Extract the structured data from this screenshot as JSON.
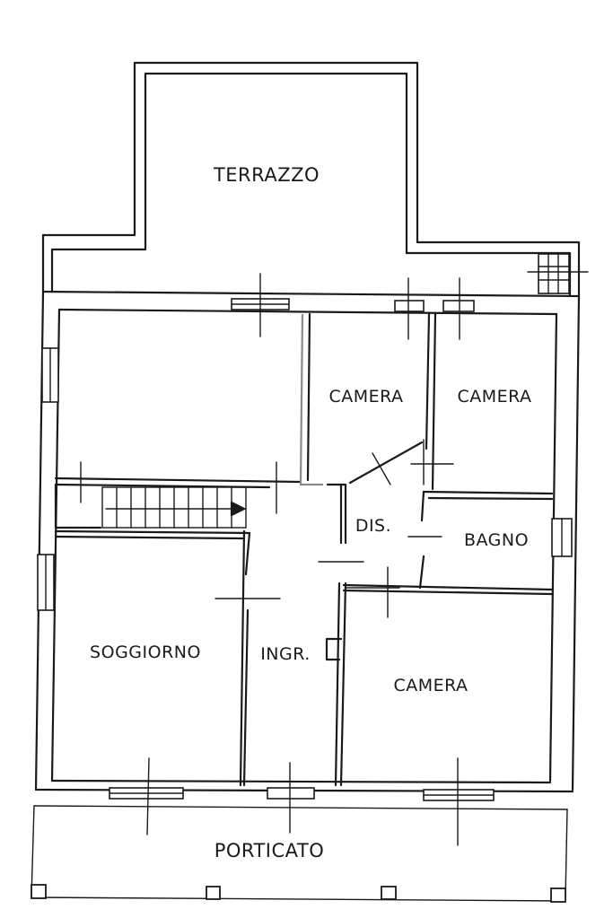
{
  "rooms": {
    "terrazzo": "TERRAZZO",
    "camera_1": "CAMERA",
    "camera_2": "CAMERA",
    "dis": "DIS.",
    "bagno": "BAGNO",
    "soggiorno": "SOGGIORNO",
    "ingresso": "INGR.",
    "camera_3": "CAMERA",
    "porticato": "PORTICATO"
  },
  "colors": {
    "ink": "#1a1a1a",
    "paper": "#ffffff"
  }
}
